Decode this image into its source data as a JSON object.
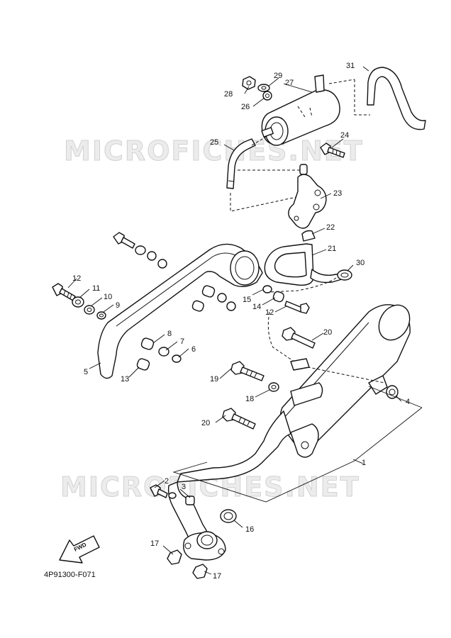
{
  "watermarks": [
    "MICROFICHES.NET",
    "MICROFICHES.NET"
  ],
  "drawing_code": "4P91300-F071",
  "fwd_label": "FWD",
  "part_numbers": [
    "1",
    "2",
    "3",
    "4",
    "5",
    "6",
    "7",
    "8",
    "9",
    "10",
    "11",
    "12",
    "12",
    "13",
    "14",
    "15",
    "16",
    "17",
    "17",
    "18",
    "19",
    "20",
    "20",
    "21",
    "22",
    "23",
    "24",
    "25",
    "26",
    "27",
    "28",
    "29",
    "30",
    "31"
  ]
}
